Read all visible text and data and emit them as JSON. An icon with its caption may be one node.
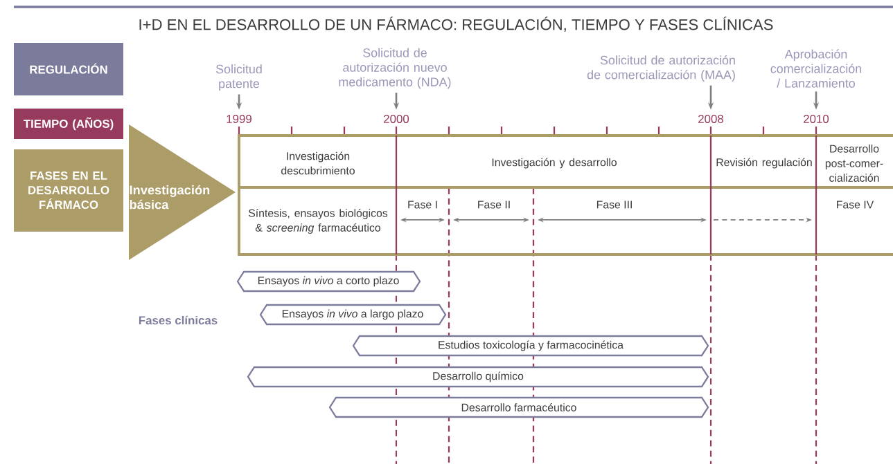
{
  "diagram": {
    "title": "I+D EN EL DESARROLLO DE UN FÁRMACO: REGULACIÓN, TIEMPO Y FASES CLÍNICAS",
    "nodes": [
      {
        "text": [
          "REGULACIÓN"
        ]
      },
      {
        "text": [
          "Solicitud patente"
        ]
      },
      {
        "text": [
          "Solicitud de autorización nuevo medicamento (NDA)"
        ]
      },
      {
        "text": [
          "Solicitud de autorización de comercialización (MAA)"
        ]
      },
      {
        "text": [
          "Aprobación comercialización / Lanzamiento"
        ]
      },
      {
        "text": [
          "**TIEMPO** (AÑOS)"
        ]
      },
      {
        "text": [
          "1999"
        ]
      },
      {
        "text": [
          "2000"
        ]
      },
      {
        "text": [
          "2008"
        ]
      },
      {
        "text": [
          "2010"
        ]
      },
      {
        "text": [
          "FASES EN EL DESARROLLO FÁRMACO"
        ]
      },
      {
        "text": [
          "Investigación básica"
        ]
      },
      {
        "text": [
          "Investigación descubrimiento"
        ]
      },
      {
        "text": [
          "Investigación y desarrollo"
        ]
      },
      {
        "text": [
          "Revisión regulación"
        ]
      },
      {
        "text": [
          "Desarrollo post-comer-cialización"
        ]
      },
      {
        "text": [
          "Síntesis, ensayos biológicos & *screening* farmacéutico"
        ]
      },
      {
        "text": [
          "Ensayos *in vivo* a corto plazo"
        ]
      },
      {
        "text": [
          "Ensayos *in vivo* a largo plazo"
        ]
      },
      {
        "text": [
          "Estudios toxicología y farmacocinética"
        ]
      },
      {
        "text": [
          "Desarrollo químico"
        ]
      },
      {
        "text": [
          "Desarrollo farmacéutico"
        ]
      }
    ],
    "edges": [
      {
        "from": 1,
        "to": 6,
        "arrow": "to"
      },
      {
        "from": 2,
        "to": 7,
        "arrow": "to"
      },
      {
        "from": 3,
        "to": 8,
        "arrow": "to"
      },
      {
        "from": 4,
        "to": 9,
        "arrow": "to"
      }
    ],
    "labels": [
      "Fase I",
      "Fase II",
      "Fase III",
      "Fase IV",
      "Fases clínicas"
    ]
  }
}
